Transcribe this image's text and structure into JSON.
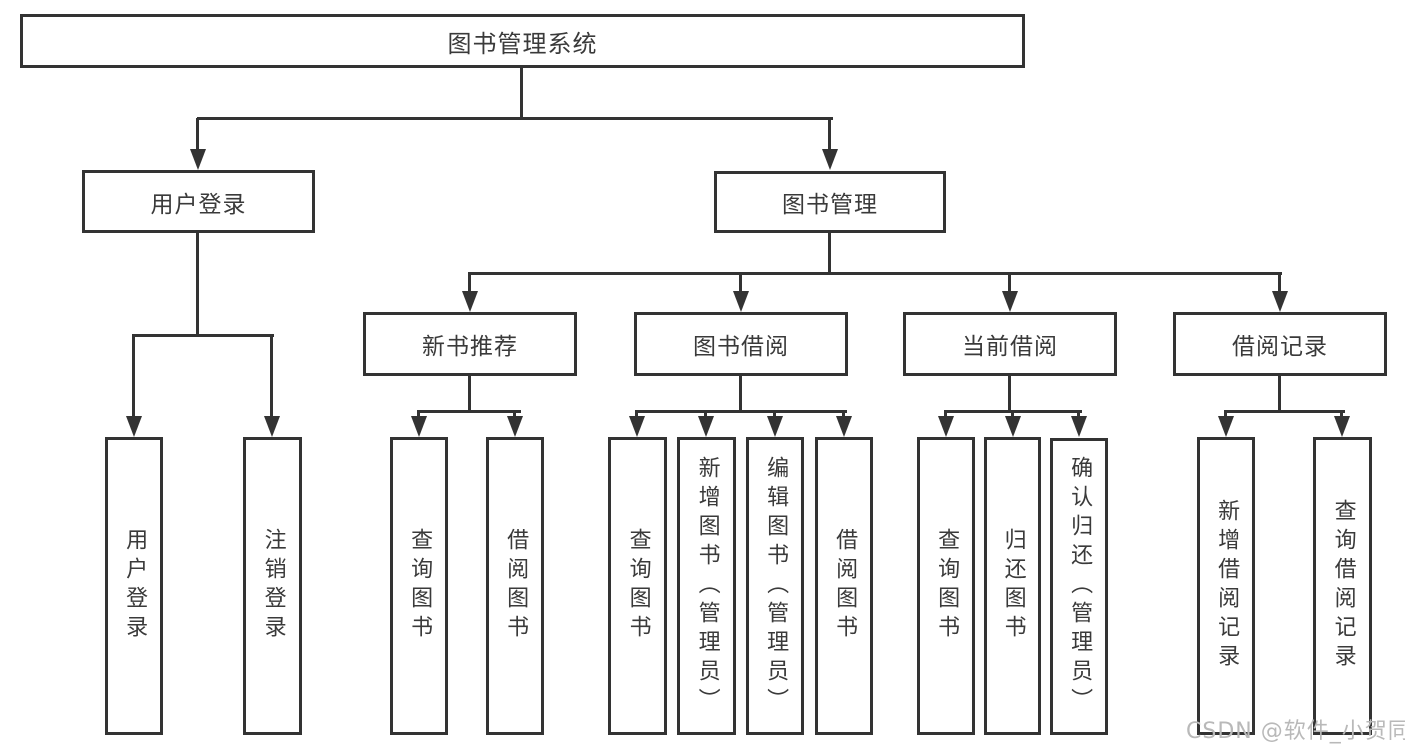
{
  "diagram": {
    "root": "图书管理系统",
    "level2": {
      "user_login": "用户登录",
      "book_management": "图书管理"
    },
    "level3": {
      "new_book_recommend": "新书推荐",
      "book_borrow": "图书借阅",
      "current_borrow": "当前借阅",
      "borrow_records": "借阅记录"
    },
    "leaves": {
      "user_login": [
        "用户登录",
        "注销登录"
      ],
      "new_book_recommend": [
        "查询图书",
        "借阅图书"
      ],
      "book_borrow": [
        "查询图书",
        "新增图书（管理员）",
        "编辑图书（管理员）",
        "借阅图书"
      ],
      "current_borrow": [
        "查询图书",
        "归还图书",
        "确认归还（管理员）"
      ],
      "borrow_records": [
        "新增借阅记录",
        "查询借阅记录"
      ]
    }
  },
  "watermark": "CSDN @软件_小贺同学",
  "colors": {
    "line": "#333333",
    "text": "#3a3a3a",
    "watermark": "#b9b9b9",
    "background": "#ffffff"
  }
}
